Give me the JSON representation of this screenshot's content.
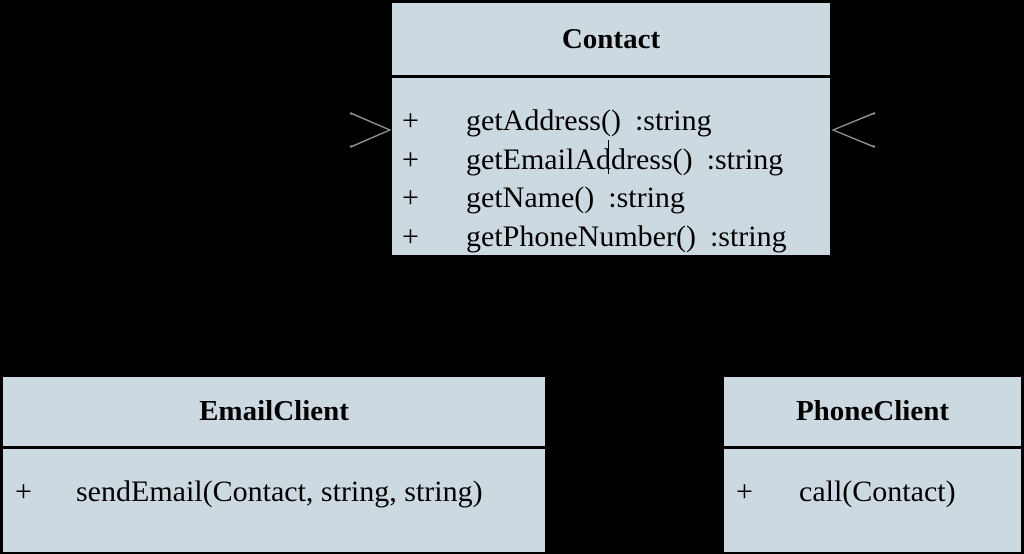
{
  "colors": {
    "background": "#000000",
    "class_fill": "#cdd9e0",
    "border": "#000000",
    "arrow_stroke": "#9a9a9a"
  },
  "contact": {
    "name": "Contact",
    "methods": [
      {
        "visibility": "+",
        "signature": "getAddress()",
        "return_type": ":string"
      },
      {
        "visibility": "+",
        "signature": "getEmailAddress()",
        "return_type": ":string"
      },
      {
        "visibility": "+",
        "signature": "getName()",
        "return_type": ":string"
      },
      {
        "visibility": "+",
        "signature": "getPhoneNumber()",
        "return_type": ":string"
      }
    ]
  },
  "email_client": {
    "name": "EmailClient",
    "methods": [
      {
        "visibility": "+",
        "signature": "sendEmail(Contact, string, string)"
      }
    ]
  },
  "phone_client": {
    "name": "PhoneClient",
    "methods": [
      {
        "visibility": "+",
        "signature": "call(Contact)"
      }
    ]
  },
  "relationships": [
    {
      "from": "EmailClient",
      "to": "Contact",
      "kind": "dependency",
      "arrowhead": "open"
    },
    {
      "from": "PhoneClient",
      "to": "Contact",
      "kind": "dependency",
      "arrowhead": "open"
    }
  ]
}
